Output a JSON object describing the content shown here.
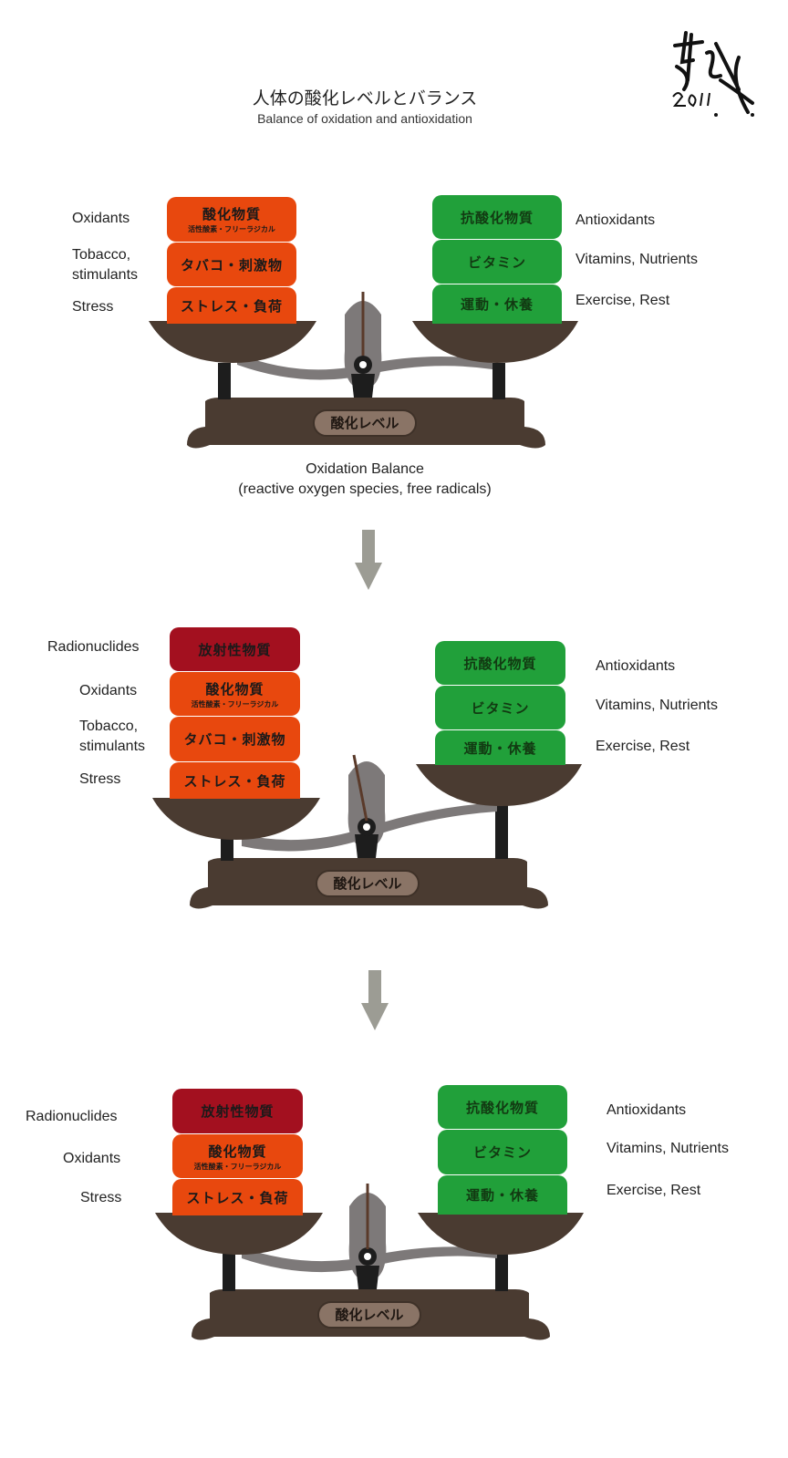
{
  "header": {
    "title_jp": "人体の酸化レベルとバランス",
    "title_en": "Balance of oxidation and antioxidation",
    "signature_text": "2011"
  },
  "colors": {
    "oxidant_orange": "#e8480e",
    "radionuclide_red": "#a3101f",
    "antioxidant_green": "#21a03a",
    "scale_brown": "#4a3b31",
    "scale_gray": "#7d7979",
    "arrow_gray": "#9c9c94"
  },
  "scale_label": "酸化レベル",
  "section1": {
    "left_blocks": [
      {
        "text": "酸化物質",
        "sub": "活性酸素・フリーラジカル"
      },
      {
        "text": "タバコ・刺激物",
        "sub": ""
      },
      {
        "text": "ストレス・負荷",
        "sub": ""
      }
    ],
    "right_blocks": [
      {
        "text": "抗酸化物質"
      },
      {
        "text": "ビタミン"
      },
      {
        "text": "運動・休養"
      }
    ],
    "left_labels": [
      "Oxidants",
      "Tobacco,\nstimulants",
      "Stress"
    ],
    "right_labels": [
      "Antioxidants",
      "Vitamins, Nutrients",
      "Exercise, Rest"
    ],
    "caption_line1": "Oxidation Balance",
    "caption_line2": "(reactive oxygen species, free radicals)"
  },
  "section2": {
    "left_blocks": [
      {
        "text": "放射性物質",
        "sub": ""
      },
      {
        "text": "酸化物質",
        "sub": "活性酸素・フリーラジカル"
      },
      {
        "text": "タバコ・刺激物",
        "sub": ""
      },
      {
        "text": "ストレス・負荷",
        "sub": ""
      }
    ],
    "right_blocks": [
      {
        "text": "抗酸化物質"
      },
      {
        "text": "ビタミン"
      },
      {
        "text": "運動・休養"
      }
    ],
    "left_labels": [
      "Radionuclides",
      "Oxidants",
      "Tobacco,\nstimulants",
      "Stress"
    ],
    "right_labels": [
      "Antioxidants",
      "Vitamins, Nutrients",
      "Exercise, Rest"
    ]
  },
  "section3": {
    "left_blocks": [
      {
        "text": "放射性物質",
        "sub": ""
      },
      {
        "text": "酸化物質",
        "sub": "活性酸素・フリーラジカル"
      },
      {
        "text": "ストレス・負荷",
        "sub": ""
      }
    ],
    "right_blocks": [
      {
        "text": "抗酸化物質"
      },
      {
        "text": "ビタミン"
      },
      {
        "text": "運動・休養"
      }
    ],
    "left_labels": [
      "Radionuclides",
      "Oxidants",
      "Stress"
    ],
    "right_labels": [
      "Antioxidants",
      "Vitamins, Nutrients",
      "Exercise, Rest"
    ]
  }
}
